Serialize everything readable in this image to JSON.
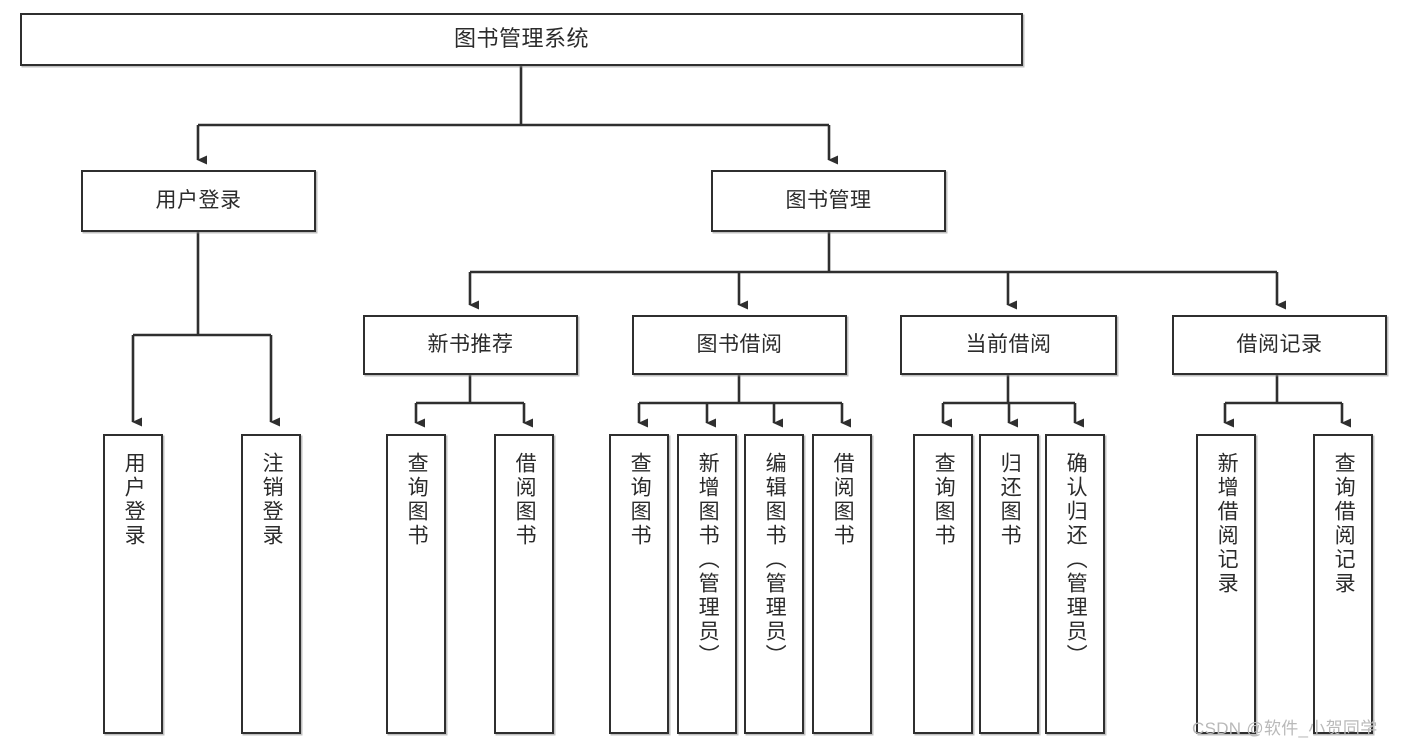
{
  "diagram": {
    "title": "图书管理系统",
    "type": "tree-hierarchy",
    "nodes": {
      "root": {
        "label": "图书管理系统"
      },
      "level2": [
        {
          "id": "user-login",
          "label": "用户登录"
        },
        {
          "id": "book-management",
          "label": "图书管理"
        }
      ],
      "level3": [
        {
          "id": "new-book-recommend",
          "label": "新书推荐"
        },
        {
          "id": "book-borrow",
          "label": "图书借阅"
        },
        {
          "id": "current-borrow",
          "label": "当前借阅"
        },
        {
          "id": "borrow-record",
          "label": "借阅记录"
        }
      ],
      "leaves": {
        "user_login": [
          {
            "id": "leaf-user-login",
            "label": "用户登录"
          },
          {
            "id": "leaf-logout-login",
            "label": "注销登录"
          }
        ],
        "new_book_recommend": [
          {
            "id": "leaf-query-book-1",
            "label": "查询图书"
          },
          {
            "id": "leaf-borrow-book-1",
            "label": "借阅图书"
          }
        ],
        "book_borrow": [
          {
            "id": "leaf-query-book-2",
            "label": "查询图书"
          },
          {
            "id": "leaf-add-book",
            "label": "新增图书（管理员）"
          },
          {
            "id": "leaf-edit-book",
            "label": "编辑图书（管理员）"
          },
          {
            "id": "leaf-borrow-book-2",
            "label": "借阅图书"
          }
        ],
        "current_borrow": [
          {
            "id": "leaf-query-book-3",
            "label": "查询图书"
          },
          {
            "id": "leaf-return-book",
            "label": "归还图书"
          },
          {
            "id": "leaf-confirm-return",
            "label": "确认归还（管理员）"
          }
        ],
        "borrow_record": [
          {
            "id": "leaf-add-record",
            "label": "新增借阅记录"
          },
          {
            "id": "leaf-query-record",
            "label": "查询借阅记录"
          }
        ]
      }
    },
    "colors": {
      "stroke": "#2f2f2f",
      "fill": "#ffffff",
      "text": "#2b2b2b",
      "watermark": "#b9b9b9"
    }
  },
  "watermark": {
    "text": "CSDN @软件_小贺同学"
  }
}
